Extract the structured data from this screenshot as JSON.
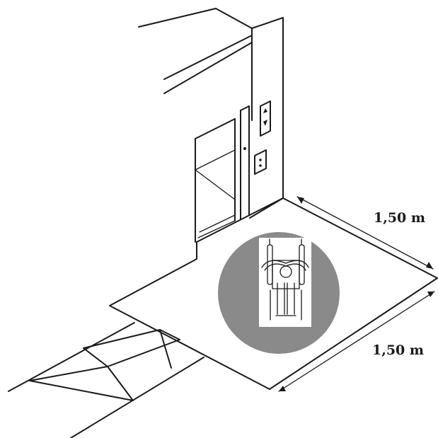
{
  "diagram": {
    "dimensions": {
      "depth_label": "1,50 m",
      "width_label": "1,50 m"
    },
    "elevator_panel": {
      "call_buttons": [
        "up",
        "down"
      ]
    },
    "symbol": {
      "icon": "wheelchair-user-icon",
      "circle_color": "#8a8a8a",
      "card_color": "#ffffff"
    }
  }
}
